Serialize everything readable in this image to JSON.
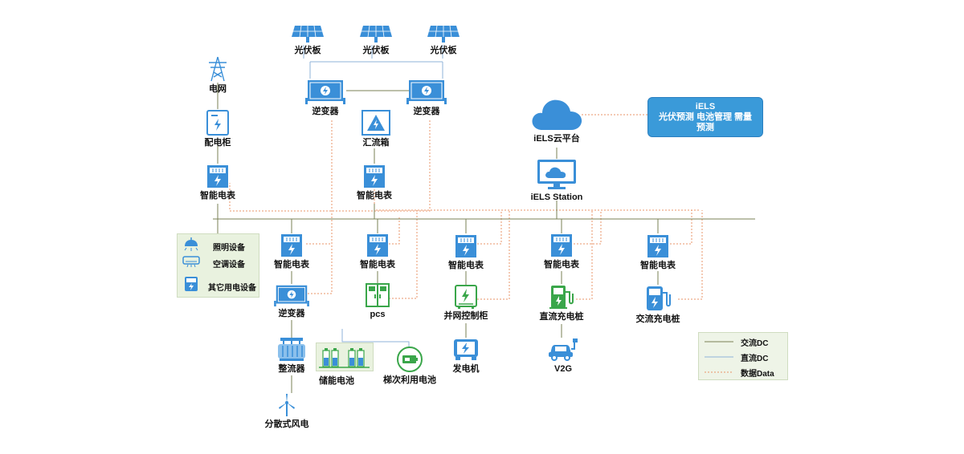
{
  "nodes": {
    "pv1": "光伏板",
    "pv2": "光伏板",
    "pv3": "光伏板",
    "grid": "电网",
    "inverter_left": "逆变器",
    "inverter_right": "逆变器",
    "combiner_box": "汇流箱",
    "distribution_cabinet": "配电柜",
    "meter_top_left": "智能电表",
    "meter_top_center": "智能电表",
    "cloud_platform": "iELS云平台",
    "station": "iELS Station",
    "meter_b1": "智能电表",
    "meter_b2": "智能电表",
    "meter_b3": "智能电表",
    "meter_b4": "智能电表",
    "meter_b5": "智能电表",
    "inverter_bottom": "逆变器",
    "rectifier": "整流器",
    "wind": "分散式风电",
    "pcs": "pcs",
    "storage_battery": "储能电池",
    "second_life_battery": "梯次利用电池",
    "grid_tie_cabinet": "并网控制柜",
    "generator": "发电机",
    "dc_charger": "直流充电桩",
    "v2g": "V2G",
    "ac_charger": "交流充电桩"
  },
  "cloud_box": {
    "line1": "iELS",
    "line2": "光伏预测 电池管理 需量",
    "line3": "预测"
  },
  "loads": {
    "lighting": "照明设备",
    "ac": "空调设备",
    "other": "其它用电设备"
  },
  "legend": {
    "ac": "交流DC",
    "dc": "直流DC",
    "data": "数据Data"
  },
  "colors": {
    "icon_blue": "#3a8fd8",
    "icon_green": "#3aa64a",
    "ac_line": "#7a8055",
    "dc_line": "#8fb3d9",
    "data_line": "#e8956a",
    "panel_bg": "#e9f2df"
  },
  "icons": {
    "pv": "solar-panel-icon",
    "grid": "transmission-tower-icon",
    "inverter": "inverter-icon",
    "combiner": "combiner-box-icon",
    "cabinet": "distribution-cabinet-icon",
    "meter": "smart-meter-icon",
    "cloud": "cloud-icon",
    "station": "monitor-cloud-icon",
    "rectifier": "rectifier-icon",
    "wind": "wind-turbine-icon",
    "pcs": "pcs-cabinet-icon",
    "battery": "battery-rack-icon",
    "second_life": "battery-icon",
    "grid_tie": "control-cabinet-icon",
    "generator": "generator-icon",
    "charger": "charging-pile-icon",
    "v2g": "car-charging-icon"
  }
}
